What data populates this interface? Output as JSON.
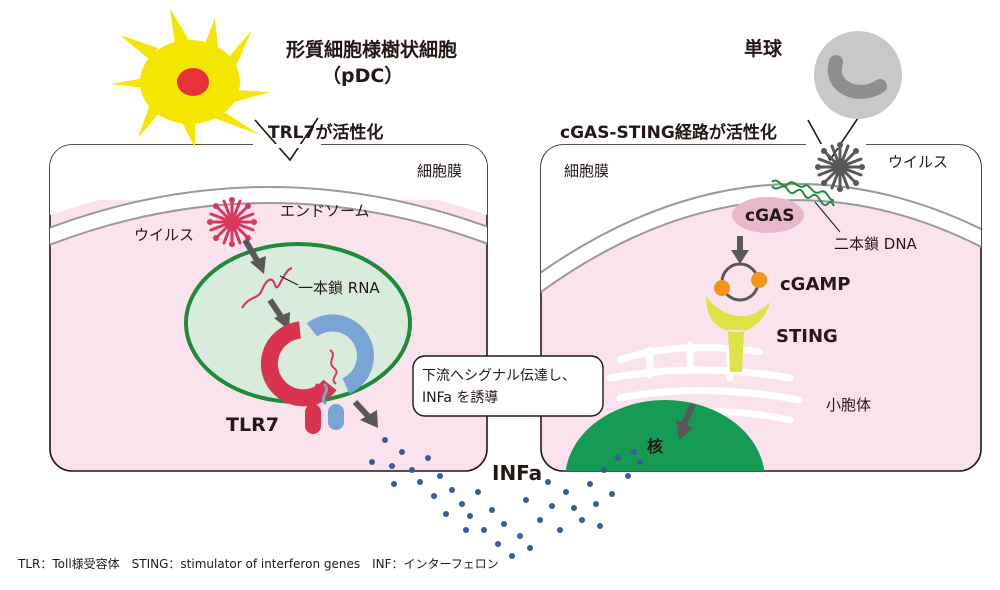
{
  "pdc": {
    "title_line1": "形質細胞様樹状細胞",
    "title_line2": "（pDC）",
    "panel_title": "TRL7が活性化",
    "membrane_label": "細胞膜",
    "endosome_label": "エンドソーム",
    "virus_label": "ウイルス",
    "rna_label": "一本鎖 RNA",
    "receptor_label": "TLR7"
  },
  "monocyte": {
    "title": "単球",
    "panel_title": "cGAS-STING経路が活性化",
    "membrane_label": "細胞膜",
    "virus_label": "ウイルス",
    "cgas_label": "cGAS",
    "dna_label": "二本鎖 DNA",
    "cgamp_label": "cGAMP",
    "sting_label": "STING",
    "er_label": "小胞体",
    "nucleus_label": "核"
  },
  "callout": {
    "line1": "下流へシグナル伝達し、",
    "line2": "INFa を誘導"
  },
  "output_label": "INFa",
  "footnote": "TLR：Toll様受容体　STING：stimulator of interferon genes　INF：インターフェロン",
  "colors": {
    "cell_interior": "#fbe3ee",
    "endosome_fill": "#d8ebdc",
    "endosome_border": "#1f8a3b",
    "nucleus": "#169b54",
    "pdc_yellow": "#f5e600",
    "pdc_nucleus": "#e8313a",
    "virus_red": "#d6395c",
    "receptor_red": "#d8334f",
    "receptor_blue": "#7aa3d6",
    "sting_yellow": "#dde246",
    "cgamp_orange": "#f2931a",
    "dots": "#3a5a9a"
  }
}
